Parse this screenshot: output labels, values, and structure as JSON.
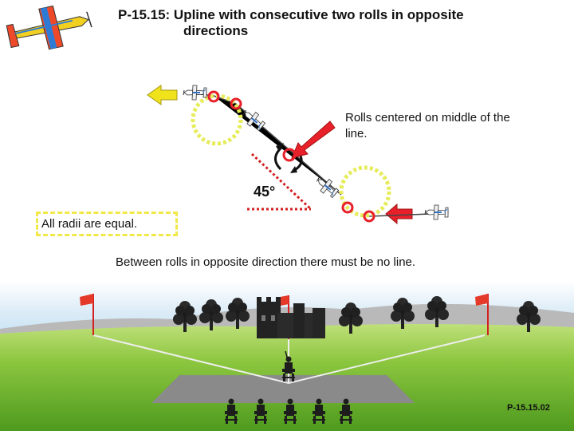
{
  "title": {
    "line1": "P-15.15: Upline with consecutive two rolls in opposite",
    "line2": "directions"
  },
  "notes": {
    "center": "Rolls centered on middle of the line.",
    "radii": "All radii are equal.",
    "between": "Between rolls in opposite direction there must be no line."
  },
  "angle_label": "45°",
  "slide_id": "P-15.15.02",
  "colors": {
    "entry_arrow": "#e8202a",
    "exit_arrow": "#f0e21b",
    "loop_dots": "#e6ec5a",
    "roll_markers": "#e8202a",
    "flight_path": "#333333",
    "sky": "#c6e3f5",
    "ground": "#7fbf3a",
    "runway": "#8d8d8d"
  },
  "icons": [
    "aircraft-logo-icon",
    "aircraft-icon",
    "arrow-icon",
    "roll-marker-icon",
    "flag-icon",
    "tree-icon",
    "castle-icon",
    "pilot-icon",
    "judge-icon"
  ]
}
